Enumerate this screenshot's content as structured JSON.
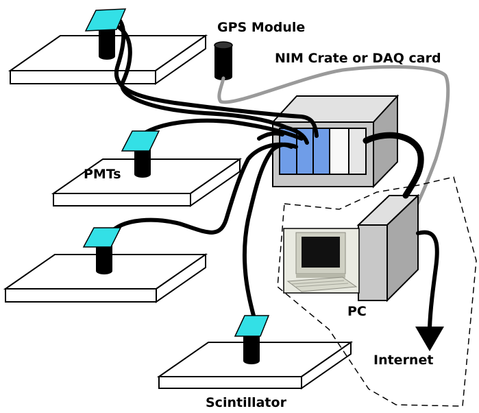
{
  "labels": {
    "gps_module": "GPS Module",
    "nim_crate": "NIM Crate or DAQ card",
    "pmts": "PMTs",
    "pc": "PC",
    "internet": "Internet",
    "scintillator": "Scintillator"
  },
  "colors": {
    "pmt_window": "#33e0e6",
    "nim_module_blue": "#6f9de8",
    "crate_face": "#c8c8c8",
    "gps_cable": "#9a9a9a",
    "cable": "#000000"
  }
}
